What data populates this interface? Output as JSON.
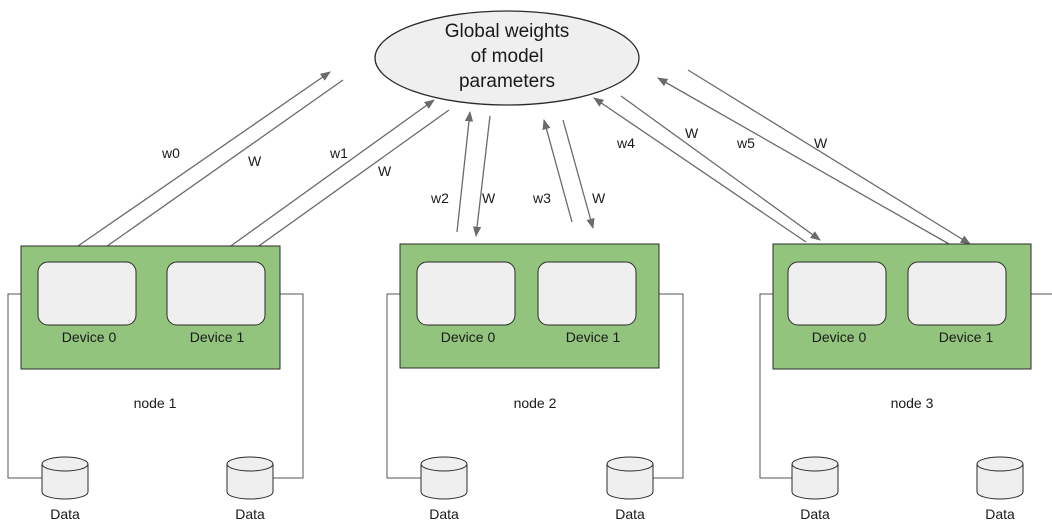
{
  "server": {
    "lines": [
      "Global weights",
      "of model",
      "parameters"
    ]
  },
  "nodes": [
    {
      "label": "node 1",
      "devices": [
        "Device 0",
        "Device 1"
      ],
      "data": [
        "Data",
        "Data"
      ],
      "up_labels": [
        "w0",
        "w1"
      ],
      "down_labels": [
        "W",
        "W"
      ]
    },
    {
      "label": "node 2",
      "devices": [
        "Device 0",
        "Device 1"
      ],
      "data": [
        "Data",
        "Data"
      ],
      "up_labels": [
        "w2",
        "w3"
      ],
      "down_labels": [
        "W",
        "W"
      ]
    },
    {
      "label": "node 3",
      "devices": [
        "Device 0",
        "Device 1"
      ],
      "data": [
        "Data",
        "Data"
      ],
      "up_labels": [
        "w4",
        "w5"
      ],
      "down_labels": [
        "W",
        "W"
      ]
    }
  ],
  "colors": {
    "node_fill": "#93c47d",
    "node_stroke": "#2b2b2b",
    "device_fill": "#efefef",
    "server_fill": "#efefef",
    "arrow": "#6b6b6b",
    "wire": "#555555"
  }
}
